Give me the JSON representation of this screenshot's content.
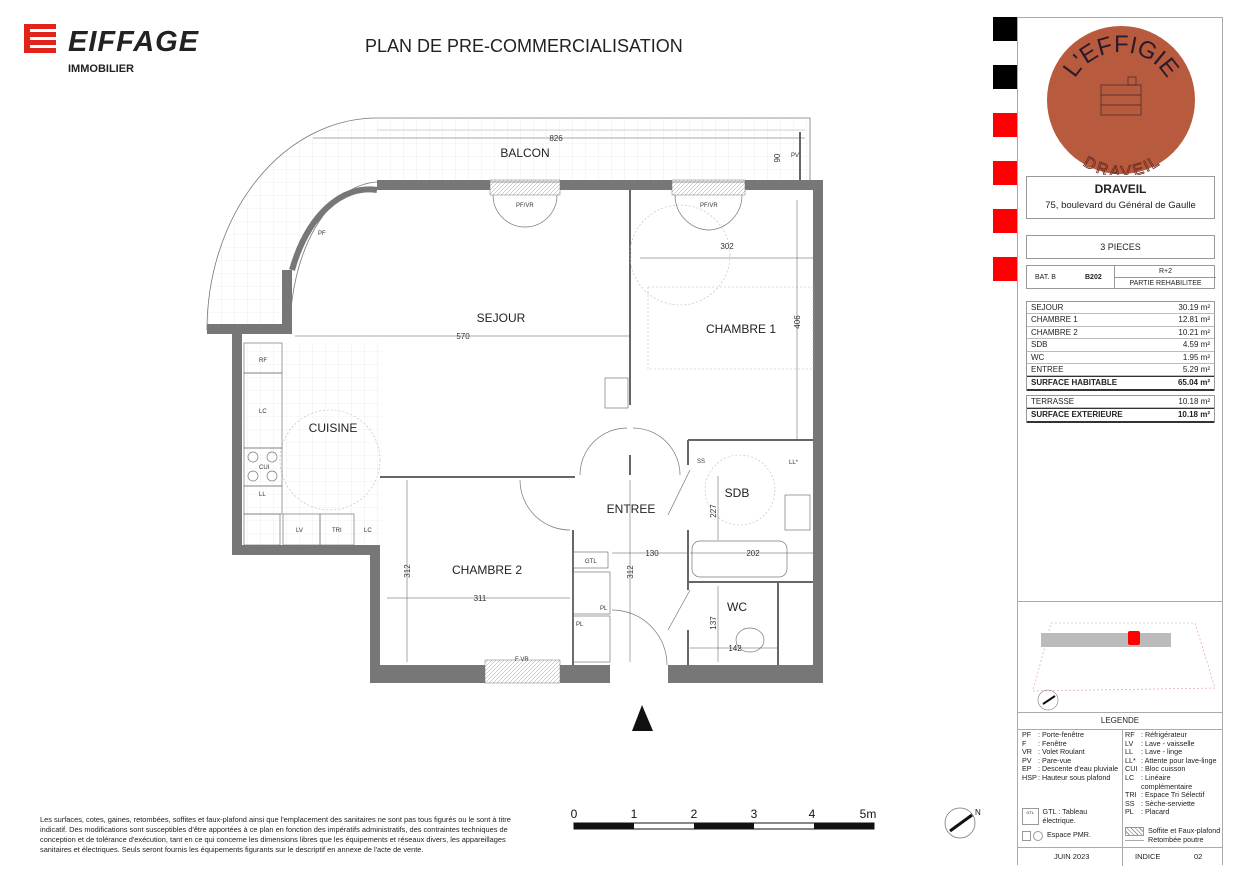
{
  "header": {
    "brand": "EIFFAGE",
    "brand_sub": "IMMOBILIER",
    "title": "PLAN DE PRE-COMMERCIALISATION"
  },
  "plan": {
    "rooms": {
      "balcon": "BALCON",
      "sejour": "SEJOUR",
      "chambre1": "CHAMBRE 1",
      "cuisine": "CUISINE",
      "entree": "ENTREE",
      "sdb": "SDB",
      "chambre2": "CHAMBRE 2",
      "wc": "WC"
    },
    "dimensions": {
      "balcon_width": "826",
      "balcon_depth": "90",
      "sejour": "570",
      "chambre1_w": "302",
      "chambre1_h": "406",
      "chambre2_w": "311",
      "chambre2_h": "312",
      "entree_w": "130",
      "entree_h": "312",
      "sdb_w": "202",
      "sdb_h": "227",
      "wc_w": "142",
      "wc_h": "137"
    },
    "tags": {
      "pv": "PV",
      "pfvr1": "PF/VR",
      "pfvr2": "PF/VR",
      "pf": "PF",
      "fvr": "F VR",
      "rf": "RF",
      "lc1": "LC",
      "cui": "CUI",
      "ll": "LL",
      "lv": "LV",
      "tri": "TRI",
      "lc2": "LC",
      "ss": "SS",
      "ll_star": "LL*",
      "gtl": "GTL",
      "pl1": "PL",
      "pl2": "PL"
    }
  },
  "scale_bar": {
    "ticks": [
      "0",
      "1",
      "2",
      "3",
      "4",
      "5m"
    ]
  },
  "disclaimer": "Les surfaces, cotes, gaines, retombées, soffites et faux-plafond ainsi que l'emplacement des sanitaires ne sont pas tous figurés ou le sont à titre indicatif. Des modifications sont susceptibles d'être apportées à ce plan en fonction des impératifs administratifs, des contraintes techniques de conception et de tolérance d'exécution, tant en ce qui concerne les dimensions libres que les équipements et réseaux divers, les appareillages sanitaires et électriques. Seuls seront fournis les équipements figurants sur le descriptif en annexe de l'acte de vente.",
  "panel": {
    "logo_text": "L'EFFIGIE",
    "logo_sub": "DRAVEIL",
    "logo_color": "#b85a3e",
    "city": "DRAVEIL",
    "address": "75, boulevard du Général de Gaulle",
    "type": "3 PIECES",
    "building": "BAT. B",
    "lot": "B202",
    "level": "R+2",
    "part": "PARTIE REHABILITEE",
    "surfaces": [
      {
        "label": "SEJOUR",
        "value": "30.19 m²"
      },
      {
        "label": "CHAMBRE 1",
        "value": "12.81 m²"
      },
      {
        "label": "CHAMBRE 2",
        "value": "10.21 m²"
      },
      {
        "label": "SDB",
        "value": "4.59 m²"
      },
      {
        "label": "WC",
        "value": "1.95 m²"
      },
      {
        "label": "ENTREE",
        "value": "5.29 m²"
      }
    ],
    "surface_total": {
      "label": "SURFACE HABITABLE",
      "value": "65.04 m²"
    },
    "exterior": [
      {
        "label": "TERRASSE",
        "value": "10.18 m²"
      }
    ],
    "exterior_total": {
      "label": "SURFACE EXTERIEURE",
      "value": "10.18 m²"
    },
    "level_marker_colors": [
      "#000000",
      "#000000",
      "#ff0000",
      "#ff0000",
      "#ff0000",
      "#ff0000"
    ],
    "legend_title": "LEGENDE",
    "legend_left": [
      {
        "k": "PF",
        "v": ": Porte-fenêtre"
      },
      {
        "k": "F",
        "v": ": Fenêtre"
      },
      {
        "k": "VR",
        "v": ": Volet Roulant"
      },
      {
        "k": "PV",
        "v": ": Pare-vue"
      },
      {
        "k": "EP",
        "v": ": Descente d'eau pluviale"
      },
      {
        "k": "HSP",
        "v": ": Hauteur sous plafond"
      }
    ],
    "legend_right": [
      {
        "k": "RF",
        "v": ": Réfrigérateur"
      },
      {
        "k": "LV",
        "v": ": Lave - vaisselle"
      },
      {
        "k": "LL",
        "v": ": Lave - linge"
      },
      {
        "k": "LL*",
        "v": ": Attente pour lave-linge"
      },
      {
        "k": "CUI",
        "v": ": Bloc cuisson"
      },
      {
        "k": "LC",
        "v": ": Linéaire complémentaire"
      },
      {
        "k": "TRI",
        "v": ": Espace Tri Sélectif"
      },
      {
        "k": "SS",
        "v": ": Sèche-serviette"
      },
      {
        "k": "PL",
        "v": ": Placard"
      }
    ],
    "gtl_box": "GTL",
    "gtl_label": "GTL : Tableau électrique.",
    "pmr_label": "Espace PMR.",
    "soffite_label": "Soffite et Faux-plafond",
    "retombee_label": "Retombée poutre",
    "date": "JUIN 2023",
    "indice_label": "INDICE",
    "indice": "02"
  }
}
